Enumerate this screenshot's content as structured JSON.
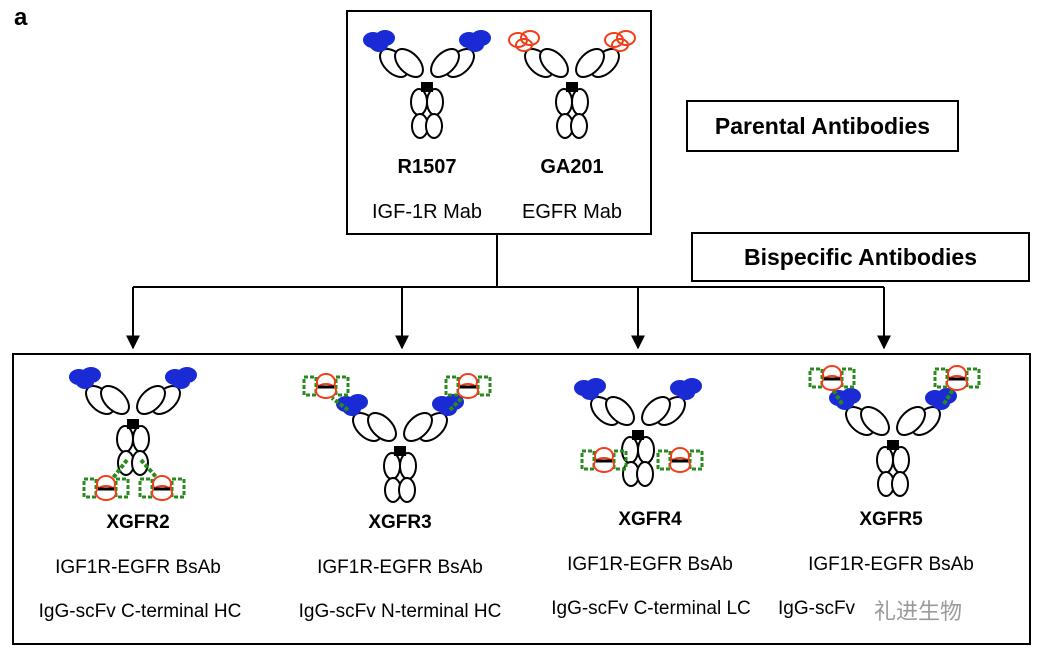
{
  "panel_label": "a",
  "legend": {
    "parental": "Parental Antibodies",
    "bispecific": "Bispecific Antibodies"
  },
  "parental": [
    {
      "name": "R1507",
      "desc": "IGF-1R Mab",
      "arm_color": "#1a2bd6"
    },
    {
      "name": "GA201",
      "desc": "EGFR Mab",
      "arm_color": "#f0401a"
    }
  ],
  "bispecifics": [
    {
      "name": "XGFR2",
      "desc": "IGF1R-EGFR BsAb",
      "format": "IgG-scFv C-terminal HC"
    },
    {
      "name": "XGFR3",
      "desc": "IGF1R-EGFR BsAb",
      "format": "IgG-scFv N-terminal HC"
    },
    {
      "name": "XGFR4",
      "desc": "IGF1R-EGFR BsAb",
      "format": "IgG-scFv C-terminal LC"
    },
    {
      "name": "XGFR5",
      "desc": "IGF1R-EGFR BsAb",
      "format": "IgG-scFv"
    }
  ],
  "watermark": "礼进生物",
  "colors": {
    "igf1r": "#1a2bd6",
    "egfr": "#f0401a",
    "linker": "#2a8a1e"
  }
}
